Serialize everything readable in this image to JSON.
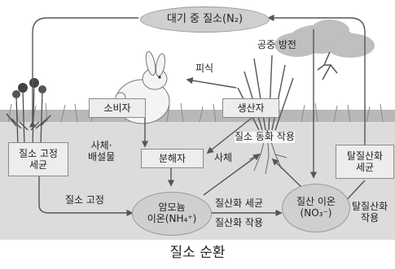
{
  "nodes": {
    "atmosphere": "대기 중 질소(N₂)",
    "consumer": "소비자",
    "producer": "생산자",
    "decomposer": "분해자",
    "fixing_bacteria": "질소 고정\n세균",
    "denitrifying_bacteria": "탈질산화\n세균",
    "ammonium_line1": "암모늄",
    "ammonium_line2": "이온(NH₄⁺)",
    "nitrate_line1": "질산 이온",
    "nitrate_line2": "(NO₃⁻)"
  },
  "labels": {
    "lightning": "공중 방전",
    "predation": "피식",
    "assimilation": "질소 동화 작용",
    "corpse_excreta": "사체·\n배설물",
    "corpse": "사체",
    "nitrogen_fixation": "질소 고정",
    "nitrifying_bacteria": "질산화 세균",
    "nitrification": "질산화 작용",
    "denitrification": "탈질산화\n작용"
  },
  "caption": "질소 순환",
  "colors": {
    "arrow": "#555555",
    "box_fill": "#ededed",
    "ellipse_fill": "#cfcfcf",
    "cloud": "#bdbdbd",
    "ground": "#d9d9d9"
  }
}
